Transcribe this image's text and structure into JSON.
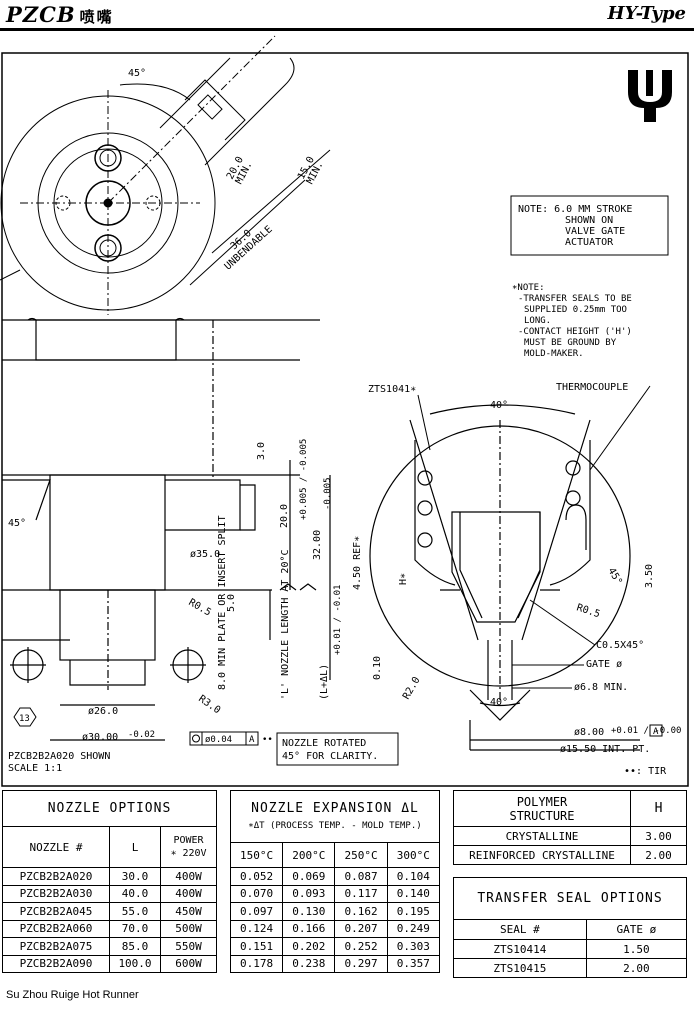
{
  "header": {
    "brand": "PZCB",
    "brand_cn": "喷嘴",
    "type": "HY-Type"
  },
  "drawing": {
    "note_box": [
      "NOTE: 6.0 MM STROKE",
      "SHOWN ON",
      "VALVE GATE",
      "ACTUATOR"
    ],
    "star_note": [
      "∗NOTE:",
      "-TRANSFER SEALS TO BE",
      "SUPPLIED 0.25mm TOO",
      "LONG.",
      "-CONTACT HEIGHT ('H')",
      "MUST BE GROUND BY",
      "MOLD-MAKER."
    ],
    "dims": {
      "angle45": "45°",
      "d20": "20.0",
      "min": "MIN.",
      "d15": "15.0",
      "d36": "36.0",
      "unbendable": "UNBENDABLE",
      "d3": "3.0",
      "d20b": "20.0",
      "tol20": "+0.005 / -0.005",
      "d32": "32.00",
      "tol32": "-0.005",
      "d35": "ø35.0",
      "ang45b": "45°",
      "r0": "R0.5",
      "d5": "5.0",
      "plate": "8.0 MIN PLATE OR INSERT SPLIT",
      "nozzle_len": "'L' NOZZLE LENGTH AT 20°C",
      "ldl": "(L+ΔL)",
      "tol_ldl": "+0.01 / -0.01",
      "d450": "4.50 REF∗",
      "h": "H∗",
      "d010": "0.10",
      "r2": "R2.0",
      "r3": "R3.0",
      "d26": "ø26.0",
      "d30": "ø30.00",
      "tol30": "-0.02",
      "runout": "ø0.04",
      "datum": "A",
      "stars": "••",
      "callout13": "13",
      "zts1041": "ZTS1041∗",
      "thermo": "THERMOCOUPLE",
      "d40top": "40°",
      "d40bot": "40°",
      "ang45c": "45°",
      "d350": "3.50",
      "r05b": "R0.5",
      "c05": "C0.5X45°",
      "gate": "GATE ø",
      "d68": "ø6.8 MIN.",
      "d8": "ø8.00",
      "tol8": "+0.01 / -0.00",
      "d1550": "ø15.50 INT. PT.",
      "tir": "••: TIR",
      "datumA2": "A"
    },
    "rotated_note": [
      "NOZZLE ROTATED",
      "45° FOR CLARITY."
    ],
    "shown": "PZCB2B2A020 SHOWN",
    "scale": "SCALE 1:1"
  },
  "nozzle_options": {
    "title": "NOZZLE OPTIONS",
    "headers": [
      "NOZZLE #",
      "L",
      "POWER",
      "∗ 220V"
    ],
    "rows": [
      [
        "PZCB2B2A020",
        "30.0",
        "400W"
      ],
      [
        "PZCB2B2A030",
        "40.0",
        "400W"
      ],
      [
        "PZCB2B2A045",
        "55.0",
        "450W"
      ],
      [
        "PZCB2B2A060",
        "70.0",
        "500W"
      ],
      [
        "PZCB2B2A075",
        "85.0",
        "550W"
      ],
      [
        "PZCB2B2A090",
        "100.0",
        "600W"
      ]
    ]
  },
  "expansion": {
    "title": "NOZZLE EXPANSION ΔL",
    "subtitle": "∗ΔT (PROCESS TEMP. - MOLD TEMP.)",
    "headers": [
      "150°C",
      "200°C",
      "250°C",
      "300°C"
    ],
    "rows": [
      [
        "0.052",
        "0.069",
        "0.087",
        "0.104"
      ],
      [
        "0.070",
        "0.093",
        "0.117",
        "0.140"
      ],
      [
        "0.097",
        "0.130",
        "0.162",
        "0.195"
      ],
      [
        "0.124",
        "0.166",
        "0.207",
        "0.249"
      ],
      [
        "0.151",
        "0.202",
        "0.252",
        "0.303"
      ],
      [
        "0.178",
        "0.238",
        "0.297",
        "0.357"
      ]
    ]
  },
  "polymer": {
    "title1": "POLYMER",
    "title2": "STRUCTURE",
    "h": "H",
    "rows": [
      [
        "CRYSTALLINE",
        "3.00"
      ],
      [
        "REINFORCED CRYSTALLINE",
        "2.00"
      ]
    ]
  },
  "seals": {
    "title": "TRANSFER SEAL OPTIONS",
    "headers": [
      "SEAL #",
      "GATE ø"
    ],
    "rows": [
      [
        "ZTS10414",
        "1.50"
      ],
      [
        "ZTS10415",
        "2.00"
      ]
    ]
  },
  "footer": "Su Zhou Ruige Hot Runner"
}
